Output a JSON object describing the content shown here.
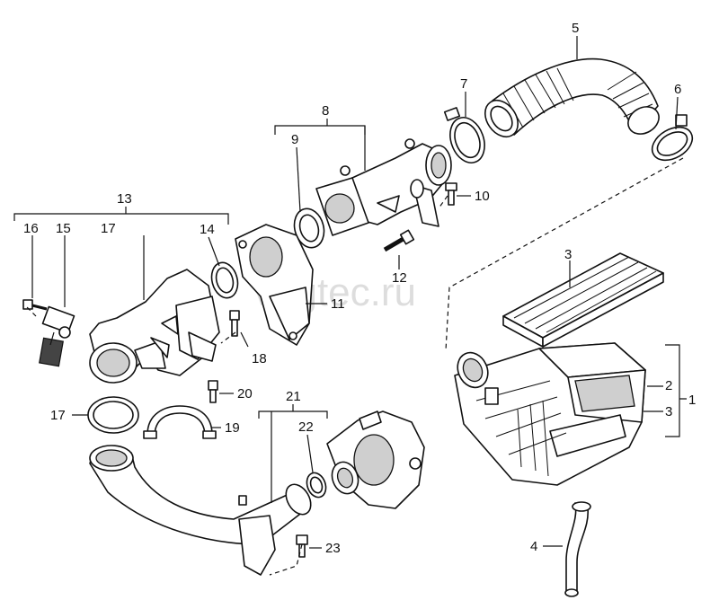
{
  "watermark": "vagtec.ru",
  "labels": {
    "l1": "1",
    "l2": "2",
    "l3a": "3",
    "l3b": "3",
    "l4": "4",
    "l5": "5",
    "l6": "6",
    "l7": "7",
    "l8": "8",
    "l9": "9",
    "l10": "10",
    "l11": "11",
    "l12": "12",
    "l13": "13",
    "l14": "14",
    "l15": "15",
    "l16": "16",
    "l17a": "17",
    "l17b": "17",
    "l18": "18",
    "l19": "19",
    "l20": "20",
    "l21": "21",
    "l22": "22",
    "l23": "23"
  }
}
